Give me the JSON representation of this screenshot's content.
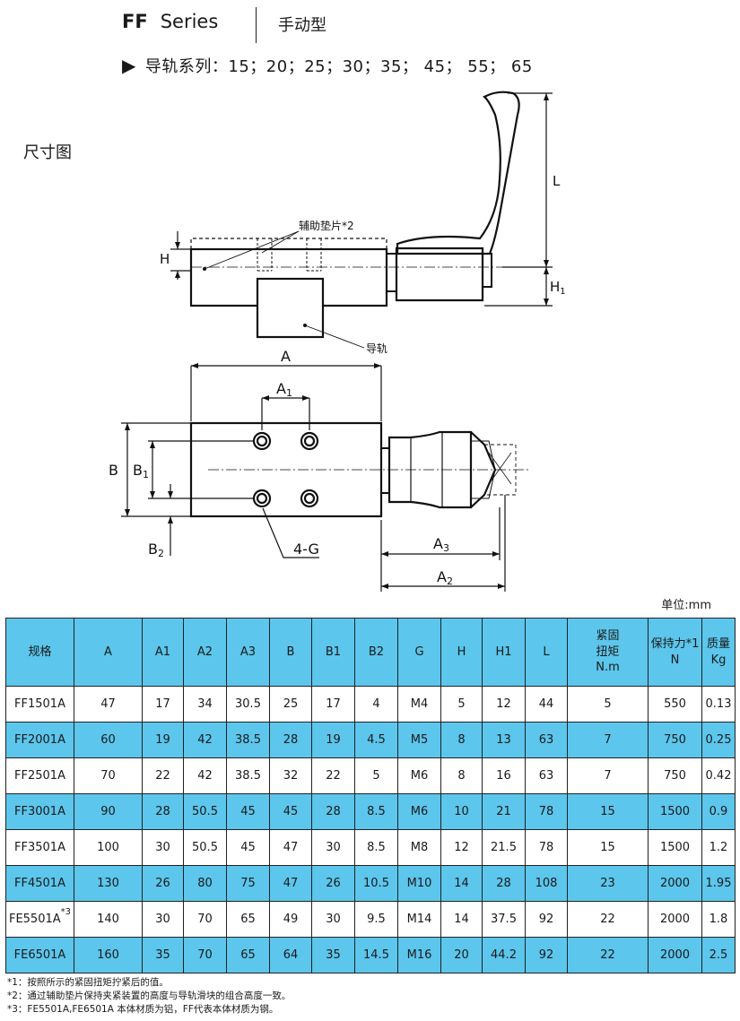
{
  "header": {
    "series_code": "FF",
    "series_word": "Series",
    "type": "手动型",
    "rail_series": "导轨系列：15；20；25；30；35； 45； 55； 65"
  },
  "section_title": "尺寸图",
  "drawing": {
    "label_pad": "辅助垫片*2",
    "label_rail": "导轨",
    "label_H": "H",
    "label_H1": "H",
    "label_L": "L",
    "label_A": "A",
    "label_A1": "A",
    "label_A2": "A",
    "label_A3": "A",
    "label_B": "B",
    "label_B1": "B",
    "label_B2": "B",
    "label_holes": "4-G",
    "sub_1": "1",
    "sub_2": "2",
    "sub_3": "3"
  },
  "unit_label": "单位:mm",
  "table": {
    "headers": [
      "规格",
      "A",
      "A1",
      "A2",
      "A3",
      "B",
      "B1",
      "B2",
      "G",
      "H",
      "H1",
      "L"
    ],
    "header_torque": [
      "紧固",
      "扭矩",
      "N.m"
    ],
    "header_hold": [
      "保持力*1",
      "N"
    ],
    "header_mass": [
      "质量",
      "Kg"
    ],
    "rows": [
      {
        "model": "FF1501A",
        "sup": "",
        "values": [
          "47",
          "17",
          "34",
          "30.5",
          "25",
          "17",
          "4",
          "M4",
          "5",
          "12",
          "44",
          "5",
          "550",
          "0.13"
        ]
      },
      {
        "model": "FF2001A",
        "sup": "",
        "values": [
          "60",
          "19",
          "42",
          "38.5",
          "28",
          "19",
          "4.5",
          "M5",
          "8",
          "13",
          "63",
          "7",
          "750",
          "0.25"
        ]
      },
      {
        "model": "FF2501A",
        "sup": "",
        "values": [
          "70",
          "22",
          "42",
          "38.5",
          "32",
          "22",
          "5",
          "M6",
          "8",
          "16",
          "63",
          "7",
          "750",
          "0.42"
        ]
      },
      {
        "model": "FF3001A",
        "sup": "",
        "values": [
          "90",
          "28",
          "50.5",
          "45",
          "45",
          "28",
          "8.5",
          "M6",
          "10",
          "21",
          "78",
          "15",
          "1500",
          "0.9"
        ]
      },
      {
        "model": "FF3501A",
        "sup": "",
        "values": [
          "100",
          "30",
          "50.5",
          "45",
          "47",
          "30",
          "8.5",
          "M8",
          "12",
          "21.5",
          "78",
          "15",
          "1500",
          "1.2"
        ]
      },
      {
        "model": "FF4501A",
        "sup": "",
        "values": [
          "130",
          "26",
          "80",
          "75",
          "47",
          "26",
          "10.5",
          "M10",
          "14",
          "28",
          "108",
          "23",
          "2000",
          "1.95"
        ]
      },
      {
        "model": "FE5501A",
        "sup": "*3",
        "values": [
          "140",
          "30",
          "70",
          "65",
          "49",
          "30",
          "9.5",
          "M14",
          "14",
          "37.5",
          "92",
          "22",
          "2000",
          "1.8"
        ]
      },
      {
        "model": "FE6501A",
        "sup": "",
        "values": [
          "160",
          "35",
          "70",
          "65",
          "64",
          "35",
          "14.5",
          "M16",
          "20",
          "44.2",
          "92",
          "22",
          "2000",
          "2.5"
        ]
      }
    ]
  },
  "notes": [
    "*1：按照所示的紧固扭矩拧紧后的值。",
    "*2：通过辅助垫片保持夹紧装置的高度与导轨滑块的组合高度一致。",
    "*3：FE5501A,FE6501A 本体材质为铝，FF代表本体材质为钢。"
  ]
}
